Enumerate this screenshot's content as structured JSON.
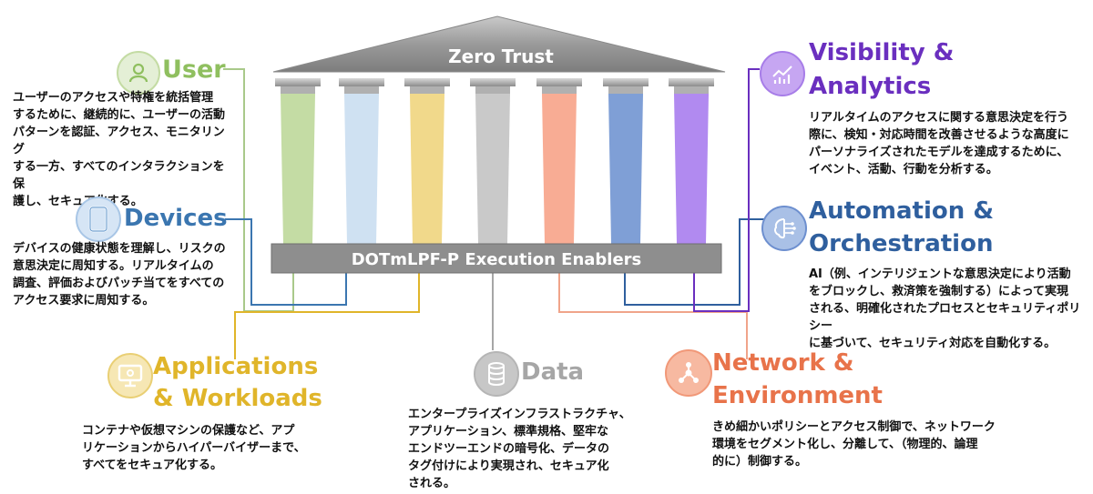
{
  "roof_label": "Zero Trust",
  "base_label": "DOTmLPF-P Execution Enablers",
  "colors": {
    "user": "#8fbf5f",
    "devices": "#3b76b0",
    "applications": "#e0b52a",
    "data": "#a6a6a6",
    "network": "#e8734a",
    "automation": "#2f5f9e",
    "visibility": "#6a2fbf",
    "pillar_user": "#c4dca4",
    "pillar_devices": "#cfe1f2",
    "pillar_apps": "#f1d98b",
    "pillar_data": "#c9c9c9",
    "pillar_network": "#f8ac94",
    "pillar_automation": "#7f9fd6",
    "pillar_visibility": "#b18af0"
  },
  "pillars": {
    "user": {
      "title": "User",
      "icon": "user-icon",
      "description": "ユーザーのアクセスや特権を統括管理\nするために、継続的に、ユーザーの活動\nパターンを認証、アクセス、モニタリング\nする一方、すべてのインタラクションを保\n護し、セキュア化する。"
    },
    "devices": {
      "title": "Devices",
      "icon": "tablet-icon",
      "description": "デバイスの健康状態を理解し、リスクの\n意思決定に周知する。リアルタイムの\n調査、評価およびパッチ当てをすべての\nアクセス要求に周知する。"
    },
    "applications": {
      "title_line1": "Applications",
      "title_line2": "& Workloads",
      "icon": "monitor-gear-icon",
      "description": "コンテナや仮想マシンの保護など、アプ\nリケーションからハイパーバイザーまで、\nすべてをセキュア化する。"
    },
    "data": {
      "title": "Data",
      "icon": "database-icon",
      "description": "エンタープライズインフラストラクチャ、\nアプリケーション、標準規格、堅牢な\nエンドツーエンドの暗号化、データの\nタグ付けにより実現され、セキュア化\nされる。"
    },
    "network": {
      "title_line1": "Network &",
      "title_line2": "Environment",
      "icon": "network-nodes-icon",
      "description": "きめ細かいポリシーとアクセス制御で、ネットワーク\n環境をセグメント化し、分離して、（物理的、論理\n的に）制御する。"
    },
    "automation": {
      "title_line1": "Automation &",
      "title_line2": "Orchestration",
      "icon": "brain-circuit-icon",
      "description": "AI（例、インテリジェントな意思決定により活動\nをブロックし、救済策を強制する）によって実現\nされる、明確化されたプロセスとセキュリティポリシー\nに基づいて、セキュリティ対応を自動化する。"
    },
    "visibility": {
      "title_line1": "Visibility &",
      "title_line2": "Analytics",
      "icon": "analytics-chart-icon",
      "description": "リアルタイムのアクセスに関する意思決定を行う\n際に、検知・対応時間を改善させるような高度に\nパーソナライズされたモデルを達成するために、\nイベント、活動、行動を分析する。"
    }
  }
}
